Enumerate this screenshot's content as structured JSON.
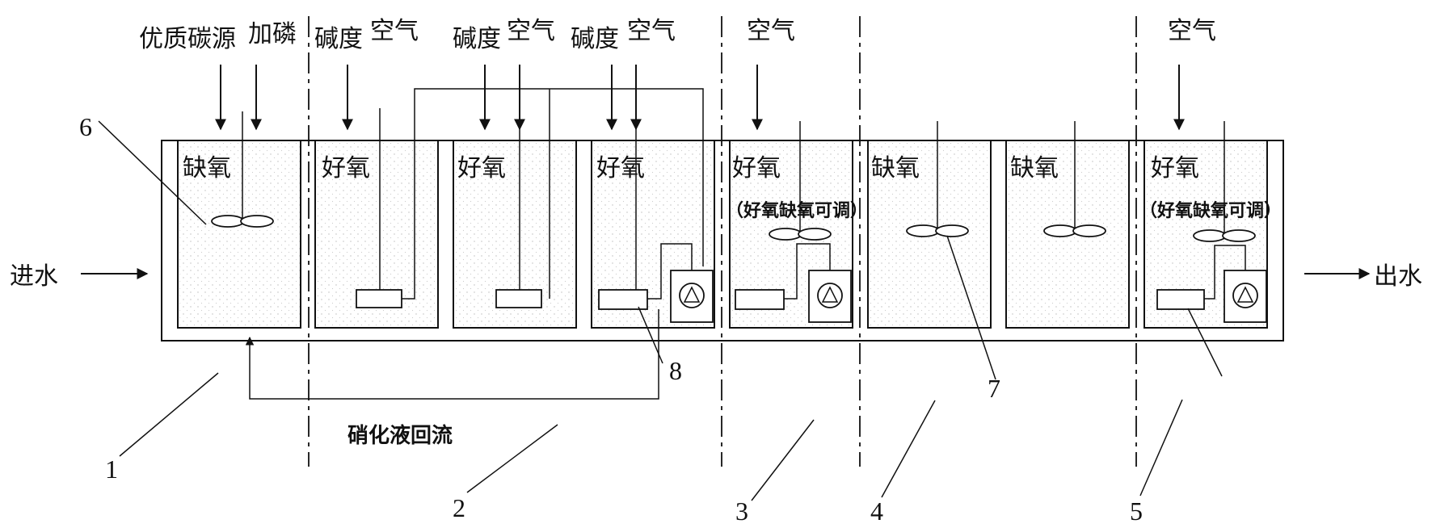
{
  "inputs": {
    "carbon_source": "优质碳源",
    "phosphorus": "加磷",
    "alkalinity": "碱度",
    "air": "空气"
  },
  "flows": {
    "inlet": "进水",
    "outlet": "出水",
    "nitrification_return": "硝化液回流"
  },
  "zones": {
    "anoxic": "缺氧",
    "aerobic": "好氧",
    "adjustable_a": "（好氧缺氧可调）",
    "adjustable_b": "（好氧缺氧可调）"
  },
  "callouts": {
    "n1": "1",
    "n2": "2",
    "n3": "3",
    "n4": "4",
    "n5": "5",
    "n6": "6",
    "n7": "7",
    "n8": "8"
  }
}
